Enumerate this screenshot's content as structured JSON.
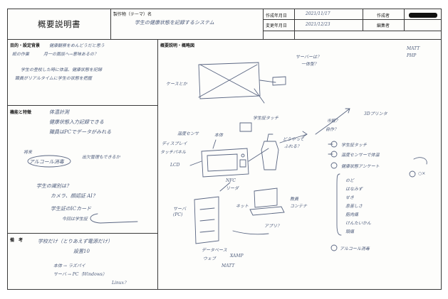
{
  "header": {
    "title": "概要説明書",
    "theme_label": "製作物（テーマ）名",
    "theme_value": "学生の健康状態を記録するシステム",
    "created_date_label": "作成年月日",
    "created_date_value": "2021/11/17",
    "modified_date_label": "変更年月日",
    "modified_date_value": "2021/12/23",
    "author_label": "作成者",
    "editor_label": "編集者"
  },
  "sections": {
    "purpose_label": "目的・設定背景",
    "features_label": "機能と特徴",
    "notes_label": "備　考",
    "overview_label": "概要説明・概略図"
  },
  "purpose_notes": [
    "健康観察をめんどうだと思う",
    "紙の作業",
    "月一の面談へ→意味あるの？",
    "学生の登校した時に体温、健康状態を記録",
    "職員がリアルタイムに学生の状態を把握"
  ],
  "features_notes": [
    "体温計測",
    "健康状態入力記録できる",
    "職員はPCでデータがみれる",
    "将来",
    "アルコール消毒",
    "出欠管理もできるか",
    "学生の識別は？",
    "カメラ、顔認証 AI？",
    "学生証のICカード",
    "今回は学生証"
  ],
  "notes_notes": [
    "学校だけ（とりあえず電源だけ）",
    "設置10",
    "本体 → ラズパイ",
    "サーバ → PC（Windows）",
    "Linux？"
  ],
  "overview_notes": [
    "MATT",
    "PHP",
    "サーバーは？",
    "一体型？",
    "ケースとか",
    "ディスプレイ",
    "タッチパネル",
    "LCD",
    "温度センサ",
    "本体",
    "NFC",
    "リーダ",
    "学生証タッチ",
    "どうやって",
    "ふれる？",
    "市販？",
    "自作？",
    "3Dプリンタ",
    "学生証タッチ",
    "温度センサーで体温",
    "健康状態アンケート",
    "のど",
    "はなみず",
    "せき",
    "息苦しさ",
    "筋肉痛",
    "けんたいかん",
    "頭痛",
    "○×",
    "アルコール消毒",
    "サーバ",
    "(PC)",
    "教員",
    "コンテナ",
    "データベース",
    "ウェブ",
    "XAMP",
    "MATT",
    "アプリ？",
    "ネット"
  ]
}
